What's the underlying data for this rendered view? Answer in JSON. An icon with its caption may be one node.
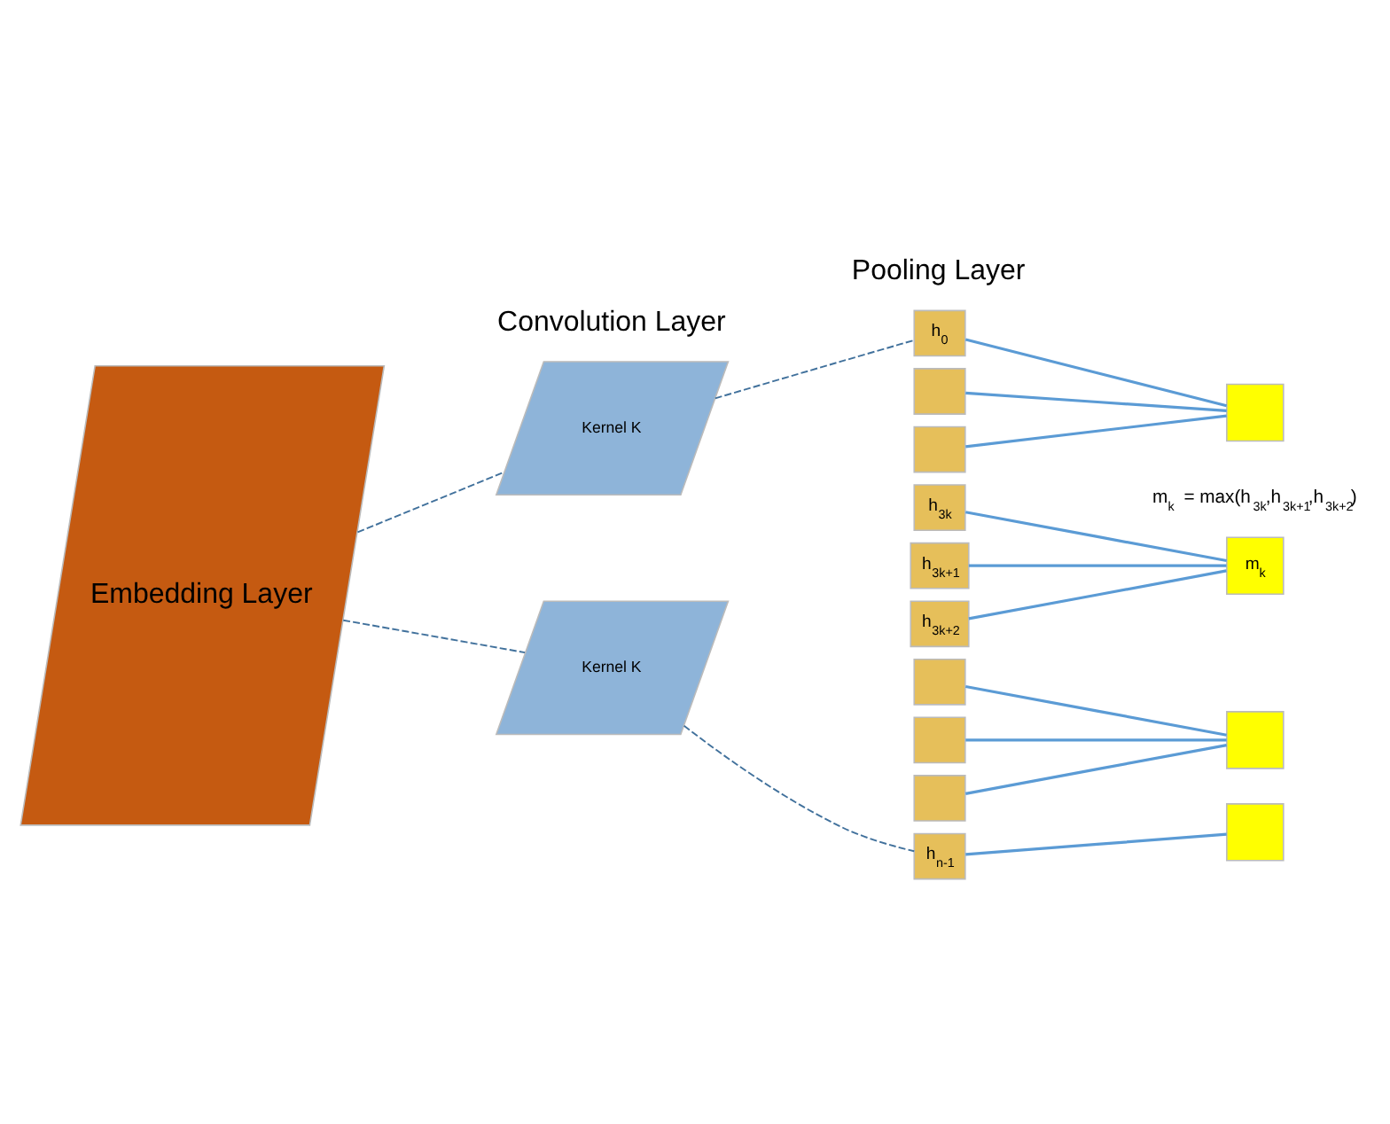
{
  "diagram": {
    "nodes": [
      {
        "text": [
          "Embedding Layer"
        ]
      },
      {
        "text": [
          "Kernel K"
        ]
      },
      {
        "text": [
          "Kernel K"
        ]
      },
      {
        "text": [
          "h$_{0}$"
        ]
      },
      {
        "text": [],
        "shape": "box"
      },
      {
        "text": [],
        "shape": "box"
      },
      {
        "text": [
          "h$_{3k}$"
        ]
      },
      {
        "text": [
          "h$_{3k+1}$"
        ]
      },
      {
        "text": [
          "h$_{3k+2}$"
        ]
      },
      {
        "text": [],
        "shape": "box"
      },
      {
        "text": [],
        "shape": "box"
      },
      {
        "text": [],
        "shape": "box"
      },
      {
        "text": [
          "h$_{n-1}$"
        ]
      },
      {
        "text": [],
        "shape": "box"
      },
      {
        "text": [
          "m$_{k}$"
        ],
        "beside": [
          "m$_{k}$ = max(h$_{3k}$,h$_{3k+1}$,h$_{3k+2}$)"
        ]
      },
      {
        "text": [],
        "shape": "box"
      },
      {
        "text": [],
        "shape": "box"
      }
    ],
    "edges": [
      {
        "from": 0,
        "to": 1,
        "arrow": "none",
        "style": "dashed",
        "color": "#41719c"
      },
      {
        "from": 0,
        "to": 2,
        "arrow": "none",
        "style": "dashed",
        "color": "#41719c"
      },
      {
        "from": 1,
        "to": 3,
        "arrow": "none",
        "style": "dashed",
        "color": "#41719c"
      },
      {
        "from": 2,
        "to": 12,
        "arrow": "none",
        "style": "dashed",
        "color": "#41719c"
      },
      {
        "from": 3,
        "to": 13,
        "arrow": "none"
      },
      {
        "from": 4,
        "to": 13,
        "arrow": "none"
      },
      {
        "from": 5,
        "to": 13,
        "arrow": "none"
      },
      {
        "from": 6,
        "to": 14,
        "arrow": "none"
      },
      {
        "from": 7,
        "to": 14,
        "arrow": "none"
      },
      {
        "from": 8,
        "to": 14,
        "arrow": "none"
      },
      {
        "from": 9,
        "to": 15,
        "arrow": "none"
      },
      {
        "from": 10,
        "to": 15,
        "arrow": "none"
      },
      {
        "from": 11,
        "to": 15,
        "arrow": "none"
      },
      {
        "from": 12,
        "to": 16,
        "arrow": "none"
      }
    ],
    "labels": [
      "Convolution Layer",
      "Pooling Layer"
    ]
  }
}
